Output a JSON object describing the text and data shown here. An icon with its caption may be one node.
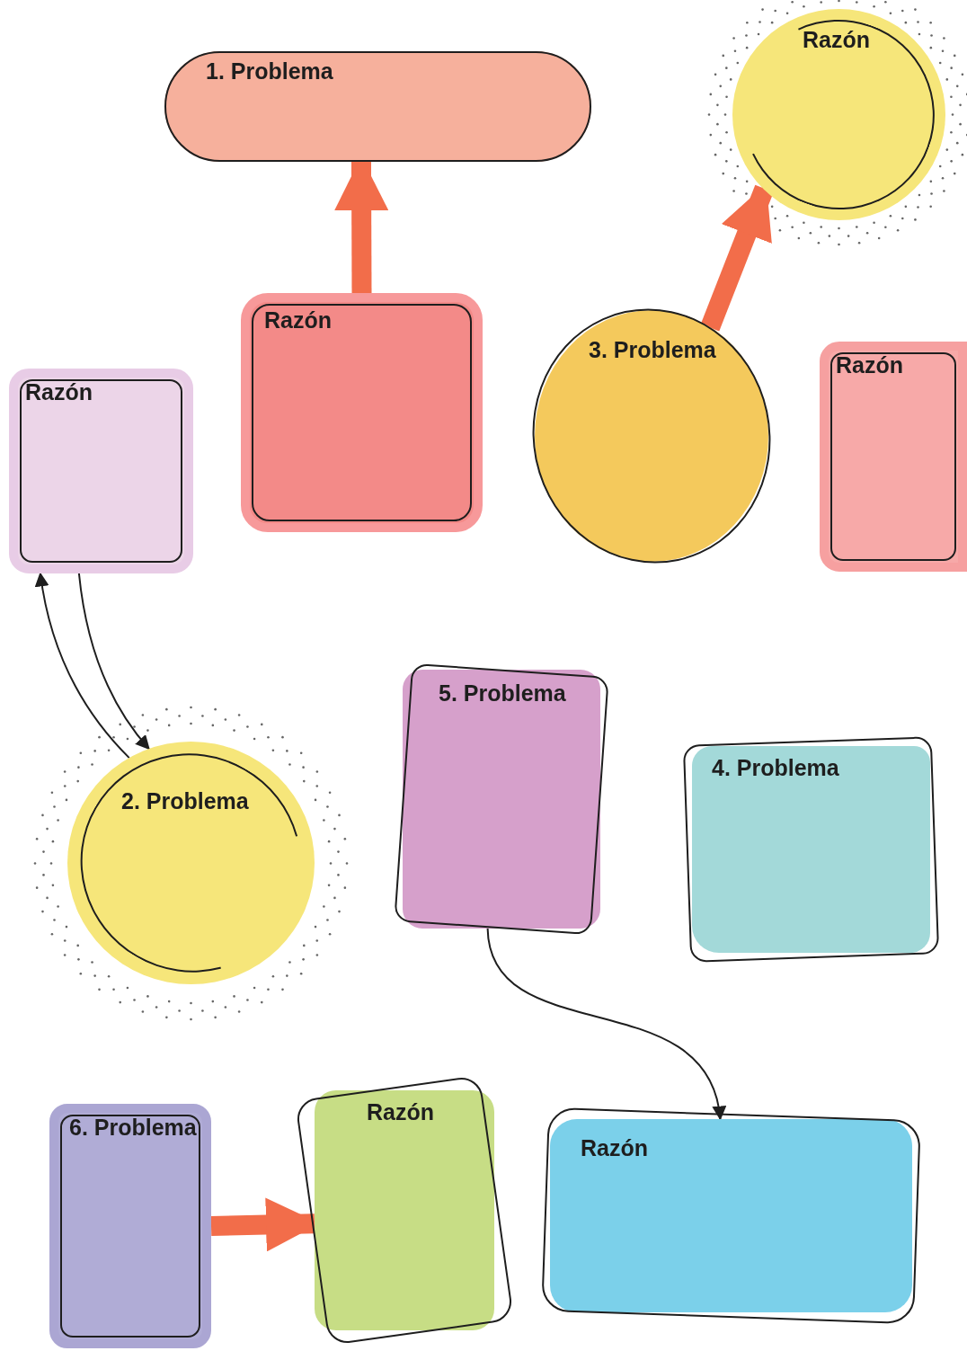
{
  "diagram": {
    "nodes": [
      {
        "text": [
          "1. Problema"
        ]
      },
      {
        "text": [
          "Razón"
        ]
      },
      {
        "text": [
          "Razón"
        ]
      },
      {
        "text": [
          "Razón"
        ]
      },
      {
        "text": [
          "3. Problema"
        ]
      },
      {
        "text": [
          "Razón"
        ]
      },
      {
        "text": [
          "2. Problema"
        ]
      },
      {
        "text": [
          "5. Problema"
        ]
      },
      {
        "text": [
          "4. Problema"
        ]
      },
      {
        "text": [
          "6. Problema"
        ]
      },
      {
        "text": [
          "Razón"
        ]
      },
      {
        "text": [
          "Razón"
        ]
      }
    ],
    "edges": [
      {
        "from": 3,
        "to": 0,
        "arrow": "to",
        "style": "thick",
        "color": "#f26d4a"
      },
      {
        "from": 4,
        "to": 1,
        "arrow": "to",
        "style": "thick",
        "color": "#f26d4a"
      },
      {
        "from": 2,
        "to": 6,
        "arrow": "to",
        "color": "#1e1e1e"
      },
      {
        "from": 6,
        "to": 2,
        "arrow": "to",
        "color": "#1e1e1e"
      },
      {
        "from": 7,
        "to": 11,
        "arrow": "to",
        "color": "#1e1e1e"
      },
      {
        "from": 9,
        "to": 10,
        "arrow": "to",
        "style": "thick",
        "color": "#f26d4a"
      }
    ]
  }
}
